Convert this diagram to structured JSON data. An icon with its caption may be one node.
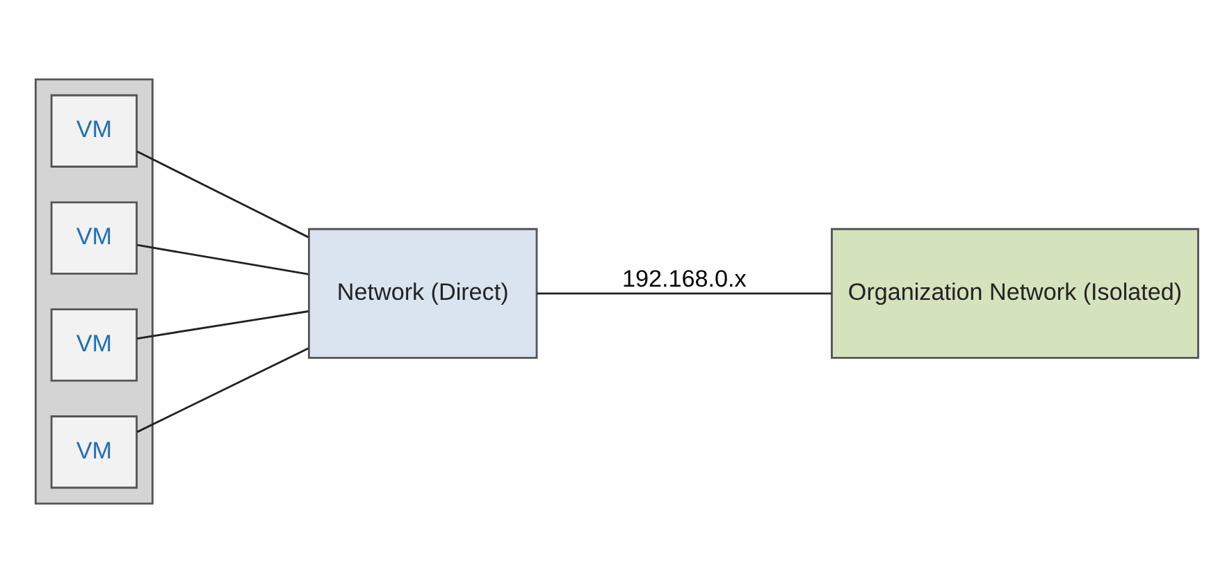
{
  "diagram": {
    "nodes": [
      {
        "text": [],
        "shape": "box"
      },
      {
        "text": [
          "VM"
        ],
        "in": 0
      },
      {
        "text": [
          "VM"
        ],
        "in": 0
      },
      {
        "text": [
          "VM"
        ],
        "in": 0
      },
      {
        "text": [
          "VM"
        ],
        "in": 0
      },
      {
        "text": [
          "Network (Direct)"
        ]
      },
      {
        "text": [
          "Organization Network (Isolated)"
        ]
      }
    ],
    "edges": [
      {
        "from": 1,
        "to": 5,
        "arrow": "none"
      },
      {
        "from": 2,
        "to": 5,
        "arrow": "none"
      },
      {
        "from": 3,
        "to": 5,
        "arrow": "none"
      },
      {
        "from": 4,
        "to": 5,
        "arrow": "none"
      },
      {
        "from": 5,
        "to": 6,
        "label": "192.168.0.x",
        "arrow": "none"
      }
    ]
  }
}
